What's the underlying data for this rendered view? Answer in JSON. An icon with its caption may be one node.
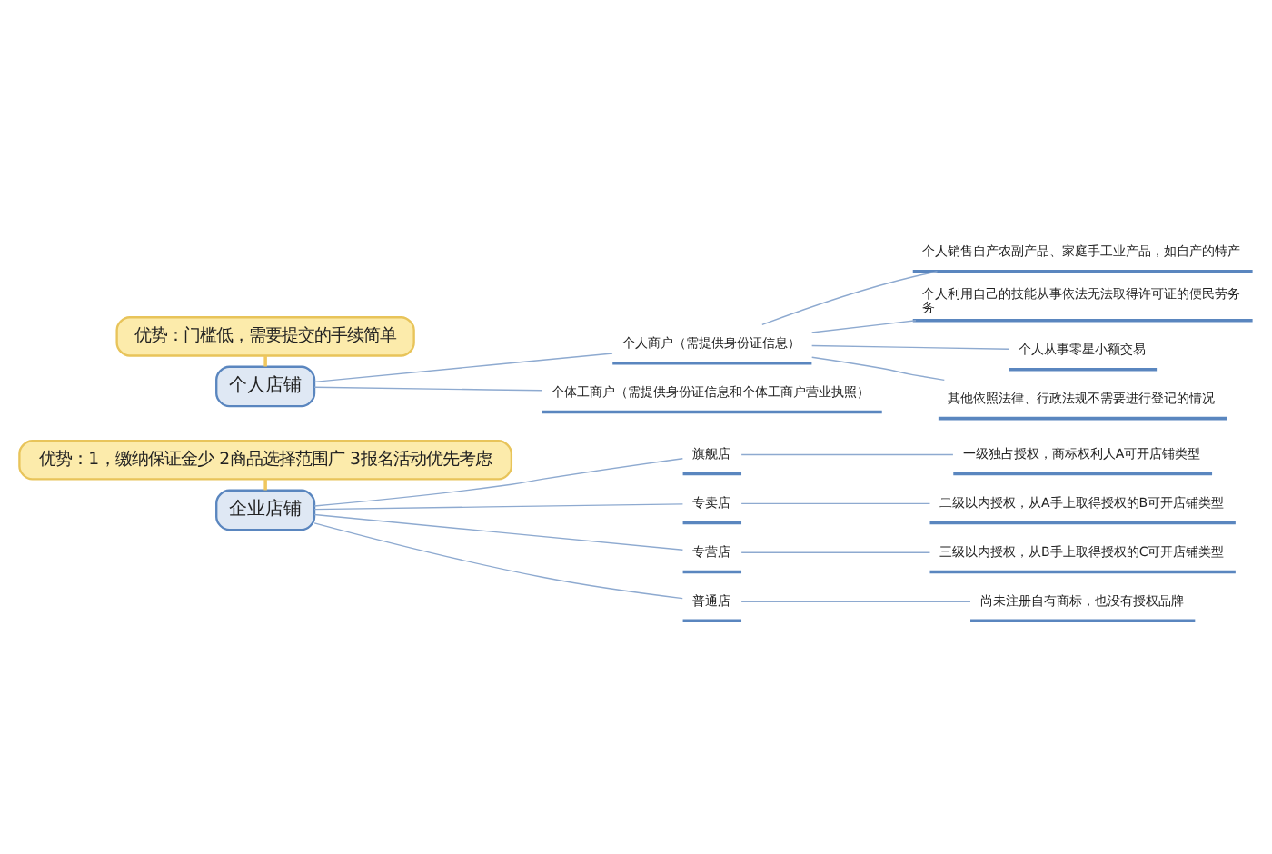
{
  "diagram": {
    "nodes": [
      {
        "text": [
          "优势：门槛低，需要提交的手续简单"
        ]
      },
      {
        "text": [
          "个人店铺"
        ]
      },
      {
        "text": [
          "个人商户（需提供身份证信息）"
        ]
      },
      {
        "text": [
          "个人销售自产农副产品、家庭手工业产品，如自产的特产"
        ]
      },
      {
        "text": [
          "个人利用自己的技能从事依法无法取得许可证的便民劳务务"
        ]
      },
      {
        "text": [
          "个人从事零星小额交易"
        ]
      },
      {
        "text": [
          "其他依照法律、行政法规不需要进行登记的情况"
        ]
      },
      {
        "text": [
          "个体工商户（需提供身份证信息和个体工商户营业执照）"
        ]
      },
      {
        "text": [
          "优势：1，缴纳保证金少 2商品选择范围广 3报名活动优先考虑"
        ]
      },
      {
        "text": [
          "企业店铺"
        ]
      },
      {
        "text": [
          "旗舰店"
        ]
      },
      {
        "text": [
          "一级独占授权，商标权利人A可开店铺类型"
        ]
      },
      {
        "text": [
          "专卖店"
        ]
      },
      {
        "text": [
          "二级以内授权，从A手上取得授权的B可开店铺类型"
        ]
      },
      {
        "text": [
          "专营店"
        ]
      },
      {
        "text": [
          "三级以内授权，从B手上取得授权的C可开店铺类型"
        ]
      },
      {
        "text": [
          "普通店"
        ]
      },
      {
        "text": [
          "尚未注册自有商标，也没有授权品牌"
        ]
      }
    ],
    "edges": [
      {
        "from": 0,
        "to": 1,
        "arrow": "none",
        "color": "#f0c75e"
      },
      {
        "from": 1,
        "to": 2,
        "arrow": "none"
      },
      {
        "from": 2,
        "to": 3,
        "arrow": "none"
      },
      {
        "from": 2,
        "to": 4,
        "arrow": "none"
      },
      {
        "from": 2,
        "to": 5,
        "arrow": "none"
      },
      {
        "from": 2,
        "to": 6,
        "arrow": "none"
      },
      {
        "from": 1,
        "to": 7,
        "arrow": "none"
      },
      {
        "from": 8,
        "to": 9,
        "arrow": "none",
        "color": "#f0c75e"
      },
      {
        "from": 9,
        "to": 10,
        "arrow": "none"
      },
      {
        "from": 10,
        "to": 11,
        "arrow": "none"
      },
      {
        "from": 9,
        "to": 12,
        "arrow": "none"
      },
      {
        "from": 12,
        "to": 13,
        "arrow": "none"
      },
      {
        "from": 9,
        "to": 14,
        "arrow": "none"
      },
      {
        "from": 14,
        "to": 15,
        "arrow": "none"
      },
      {
        "from": 9,
        "to": 16,
        "arrow": "none"
      },
      {
        "from": 16,
        "to": 17,
        "arrow": "none"
      }
    ]
  }
}
